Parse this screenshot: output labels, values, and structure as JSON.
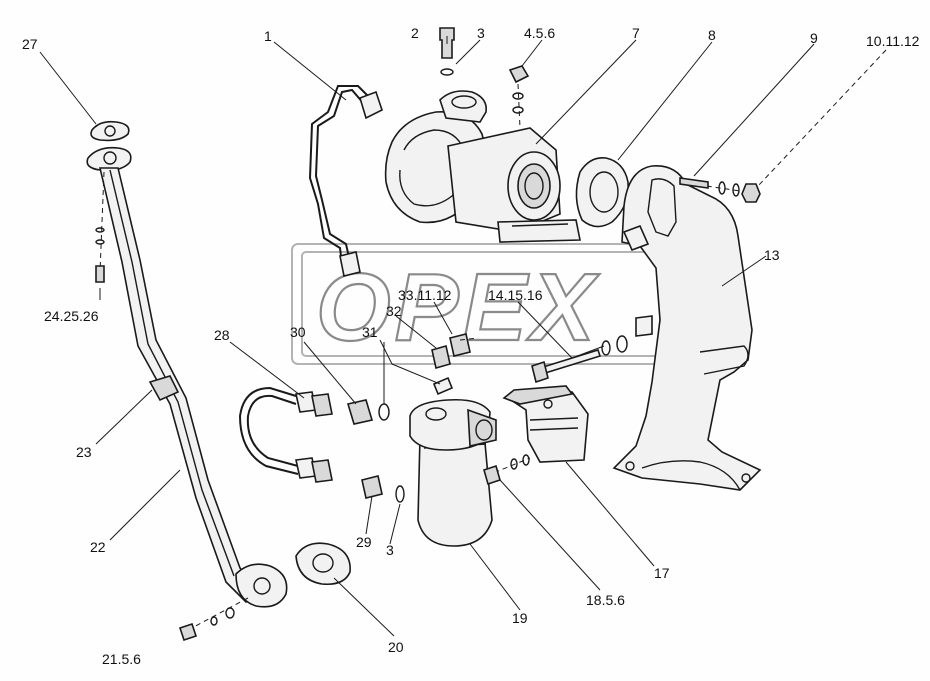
{
  "watermark": {
    "text": "OPEX"
  },
  "labels": [
    {
      "id": "27",
      "text": "27"
    },
    {
      "id": "1",
      "text": "1"
    },
    {
      "id": "2",
      "text": "2"
    },
    {
      "id": "3a",
      "text": "3"
    },
    {
      "id": "456",
      "text": "4.5.6"
    },
    {
      "id": "7",
      "text": "7"
    },
    {
      "id": "8",
      "text": "8"
    },
    {
      "id": "9",
      "text": "9"
    },
    {
      "id": "101112",
      "text": "10.11.12"
    },
    {
      "id": "13",
      "text": "13"
    },
    {
      "id": "242526",
      "text": "24.25.26"
    },
    {
      "id": "331112",
      "text": "33.11.12"
    },
    {
      "id": "141516",
      "text": "14.15.16"
    },
    {
      "id": "32",
      "text": "32"
    },
    {
      "id": "28",
      "text": "28"
    },
    {
      "id": "30",
      "text": "30"
    },
    {
      "id": "31",
      "text": "31"
    },
    {
      "id": "23",
      "text": "23"
    },
    {
      "id": "22",
      "text": "22"
    },
    {
      "id": "29",
      "text": "29"
    },
    {
      "id": "3b",
      "text": "3"
    },
    {
      "id": "17",
      "text": "17"
    },
    {
      "id": "1856",
      "text": "18.5.6"
    },
    {
      "id": "19",
      "text": "19"
    },
    {
      "id": "20",
      "text": "20"
    },
    {
      "id": "2156",
      "text": "21.5.6"
    }
  ]
}
